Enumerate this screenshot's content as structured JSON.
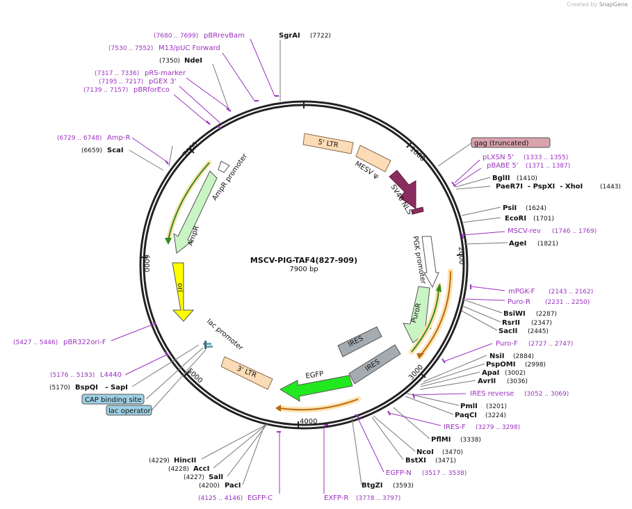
{
  "watermark": {
    "prefix": "Created by",
    "brand": "SnapGene"
  },
  "plasmid": {
    "name": "MSCV-PIG-TAF4(827-909)",
    "size_label": "7900 bp"
  },
  "backbone_ticks": [
    "1000",
    "2000",
    "3000",
    "4000",
    "5000",
    "6000",
    "7000"
  ],
  "features": [
    {
      "id": "ltr5",
      "label": "5' LTR"
    },
    {
      "id": "mesv",
      "label": "MESV ψ"
    },
    {
      "id": "sv40",
      "label": "SV40 NLS"
    },
    {
      "id": "pgk",
      "label": "PGK promoter"
    },
    {
      "id": "puro",
      "label": "PuroR"
    },
    {
      "id": "ires1",
      "label": "IRES"
    },
    {
      "id": "ires2",
      "label": "IRES"
    },
    {
      "id": "egfp",
      "label": "EGFP"
    },
    {
      "id": "ltr3",
      "label": "3' LTR"
    },
    {
      "id": "lacprom",
      "label": "lac promoter"
    },
    {
      "id": "ori",
      "label": "ori"
    },
    {
      "id": "ampr",
      "label": "AmpR"
    },
    {
      "id": "amprprom",
      "label": "AmpR promoter"
    }
  ],
  "boxed_labels": {
    "gag": "gag (truncated)",
    "cap": "CAP binding site",
    "lacop": "lac operator"
  },
  "sites": [
    {
      "id": "sgrai",
      "name": "SgrAI",
      "pos": "(7722)"
    },
    {
      "id": "ndei",
      "name": "NdeI",
      "pos": "(7350)"
    },
    {
      "id": "scai",
      "name": "ScaI",
      "pos": "(6659)"
    },
    {
      "id": "bglii",
      "name": "BglII",
      "pos": "(1410)"
    },
    {
      "id": "paer7i",
      "name": "PaeR7I  - PspXI  - XhoI",
      "pos": "(1443)"
    },
    {
      "id": "psii",
      "name": "PsiI",
      "pos": "(1624)"
    },
    {
      "id": "ecori",
      "name": "EcoRI",
      "pos": "(1701)"
    },
    {
      "id": "agei",
      "name": "AgeI",
      "pos": "(1821)"
    },
    {
      "id": "bsiwi",
      "name": "BsiWI",
      "pos": "(2287)"
    },
    {
      "id": "rsrii",
      "name": "RsrII",
      "pos": "(2347)"
    },
    {
      "id": "sacii",
      "name": "SacII",
      "pos": "(2445)"
    },
    {
      "id": "nsii",
      "name": "NsiI",
      "pos": "(2884)"
    },
    {
      "id": "pspomi",
      "name": "PspOMI",
      "pos": "(2998)"
    },
    {
      "id": "apai",
      "name": "ApaI",
      "pos": "(3002)"
    },
    {
      "id": "avrii",
      "name": "AvrII",
      "pos": "(3036)"
    },
    {
      "id": "pmli",
      "name": "PmlI",
      "pos": "(3201)"
    },
    {
      "id": "paqci",
      "name": "PaqCI",
      "pos": "(3224)"
    },
    {
      "id": "pflmi",
      "name": "PflMI",
      "pos": "(3338)"
    },
    {
      "id": "ncoi",
      "name": "NcoI",
      "pos": "(3470)"
    },
    {
      "id": "bstxi",
      "name": "BstXI",
      "pos": "(3471)"
    },
    {
      "id": "btgzi",
      "name": "BtgZI",
      "pos": "(3593)"
    },
    {
      "id": "hincii",
      "name": "HincII",
      "pos": "(4229)"
    },
    {
      "id": "acci",
      "name": "AccI",
      "pos": "(4228)"
    },
    {
      "id": "sali",
      "name": "SalI",
      "pos": "(4227)"
    },
    {
      "id": "paci",
      "name": "PacI",
      "pos": "(4200)"
    },
    {
      "id": "bspqi",
      "name": "BspQI   - SapI",
      "pos": "(5170)"
    }
  ],
  "primers": [
    {
      "id": "pbrrevbam",
      "name": "pBRrevBam",
      "pos": "(7680 .. 7699)"
    },
    {
      "id": "m13puc",
      "name": "M13/pUC Forward",
      "pos": "(7530 .. 7552)"
    },
    {
      "id": "prsmarker",
      "name": "pRS-marker",
      "pos": "(7317 .. 7336)"
    },
    {
      "id": "pgex3",
      "name": "pGEX 3'",
      "pos": "(7195 .. 7217)"
    },
    {
      "id": "pbrforeco",
      "name": "pBRforEco",
      "pos": "(7139 .. 7157)"
    },
    {
      "id": "ampr_p",
      "name": "Amp-R",
      "pos": "(6729 .. 6748)"
    },
    {
      "id": "plxsn5",
      "name": "pLXSN 5'",
      "pos": "(1333 .. 1355)"
    },
    {
      "id": "pbabe5",
      "name": "pBABE 5'",
      "pos": "(1371 .. 1387)"
    },
    {
      "id": "mscvrev",
      "name": "MSCV-rev",
      "pos": "(1746 .. 1769)"
    },
    {
      "id": "mpgkf",
      "name": "mPGK-F",
      "pos": "(2143 .. 2162)"
    },
    {
      "id": "puror_p",
      "name": "Puro-R",
      "pos": "(2231 .. 2250)"
    },
    {
      "id": "purof",
      "name": "Puro-F",
      "pos": "(2727 .. 2747)"
    },
    {
      "id": "iresrev",
      "name": "IRES reverse",
      "pos": "(3052 .. 3069)"
    },
    {
      "id": "iresf",
      "name": "IRES-F",
      "pos": "(3279 .. 3298)"
    },
    {
      "id": "egfpn",
      "name": "EGFP-N",
      "pos": "(3517 .. 3538)"
    },
    {
      "id": "exfpr",
      "name": "EXFP-R",
      "pos": "(3778 .. 3797)"
    },
    {
      "id": "egfpc",
      "name": "EGFP-C",
      "pos": "(4125 .. 4146)"
    },
    {
      "id": "pbr322orif",
      "name": "pBR322ori-F",
      "pos": "(5427 .. 5446)"
    },
    {
      "id": "l4440",
      "name": "L4440",
      "pos": "(5176 .. 5193)"
    }
  ]
}
